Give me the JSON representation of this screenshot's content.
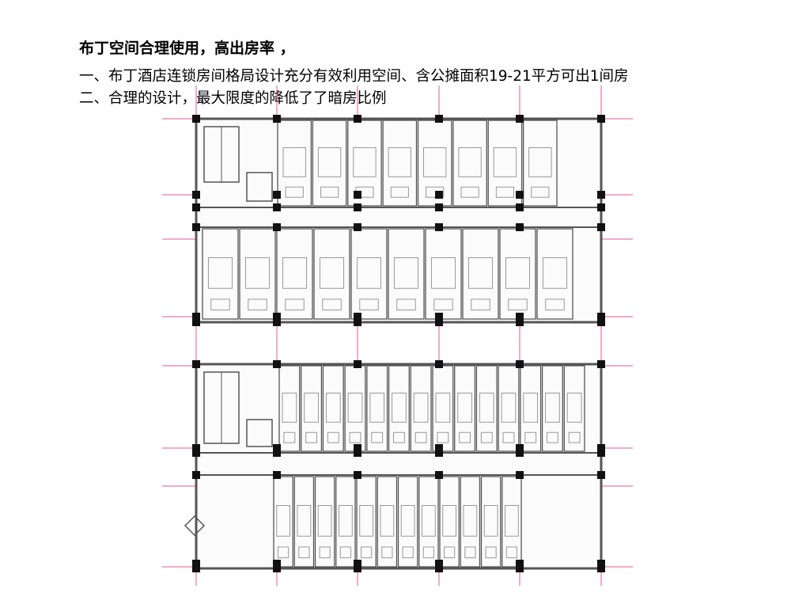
{
  "slide": {
    "heading": "布丁空间合理使用，高出房率 ，",
    "lines": [
      "一、布丁酒店连锁房间格局设计充分有效利用空间、含公摊面积19-21平方可出1间房",
      "二、合理的设计，最大限度的降低了了暗房比例"
    ]
  },
  "colors": {
    "wall": "#555555",
    "gridline": "#e8559a",
    "column": "#111111",
    "fixture": "#999999"
  }
}
